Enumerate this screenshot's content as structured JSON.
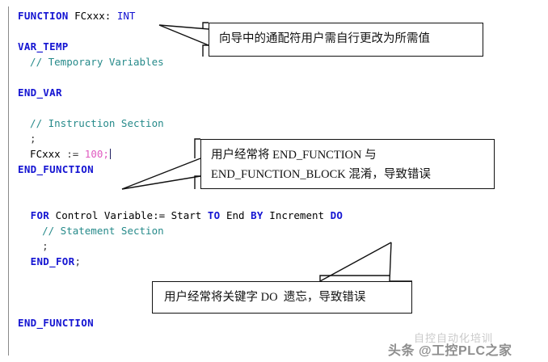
{
  "document": {
    "title": "SCL FUNCTION / FOR loop template with annotations",
    "language": "SCL (Structured Control Language)"
  },
  "colors": {
    "keyword": "#1414d2",
    "comment": "#268a8a",
    "literal": "#e05ac0",
    "text": "#000000",
    "callout_border": "#111111",
    "page_background": "#ffffff",
    "rule": "#8a8a8a",
    "watermark": "#8e8e8e"
  },
  "code": {
    "lines": [
      {
        "id": "line-function-header",
        "tokens": [
          {
            "t": "kw",
            "s": "FUNCTION"
          },
          {
            "t": "plain",
            "s": " FCxxx: "
          },
          {
            "t": "typ",
            "s": "INT"
          }
        ]
      },
      {
        "id": "line-blank-1",
        "tokens": [
          {
            "t": "plain",
            "s": ""
          }
        ]
      },
      {
        "id": "line-var-temp",
        "tokens": [
          {
            "t": "kw",
            "s": "VAR_TEMP"
          }
        ]
      },
      {
        "id": "line-comment-temp",
        "tokens": [
          {
            "t": "cmt",
            "s": "  // Temporary Variables"
          }
        ]
      },
      {
        "id": "line-blank-2",
        "tokens": [
          {
            "t": "plain",
            "s": ""
          }
        ]
      },
      {
        "id": "line-end-var",
        "tokens": [
          {
            "t": "kw",
            "s": "END_VAR"
          }
        ]
      },
      {
        "id": "line-blank-3",
        "tokens": [
          {
            "t": "plain",
            "s": ""
          }
        ]
      },
      {
        "id": "line-comment-instruction",
        "tokens": [
          {
            "t": "cmt",
            "s": "  // Instruction Section"
          }
        ]
      },
      {
        "id": "line-semicolon-1",
        "tokens": [
          {
            "t": "op",
            "s": "  ;"
          }
        ]
      },
      {
        "id": "line-assign",
        "tokens": [
          {
            "t": "plain",
            "s": "  FCxxx "
          },
          {
            "t": "op",
            "s": ":= "
          },
          {
            "t": "num",
            "s": "100;"
          },
          {
            "t": "caret",
            "s": ""
          }
        ]
      },
      {
        "id": "line-end-function-1",
        "tokens": [
          {
            "t": "kw",
            "s": "END_FUNCTION"
          }
        ]
      },
      {
        "id": "line-blank-4",
        "tokens": [
          {
            "t": "plain",
            "s": ""
          }
        ]
      },
      {
        "id": "line-blank-5",
        "tokens": [
          {
            "t": "plain",
            "s": ""
          }
        ]
      },
      {
        "id": "line-for",
        "tokens": [
          {
            "t": "kw",
            "s": "  FOR"
          },
          {
            "t": "plain",
            "s": " Control Variable:= Start "
          },
          {
            "t": "kw",
            "s": "TO"
          },
          {
            "t": "plain",
            "s": " End "
          },
          {
            "t": "kw",
            "s": "BY"
          },
          {
            "t": "plain",
            "s": " Increment "
          },
          {
            "t": "kw",
            "s": "DO"
          }
        ]
      },
      {
        "id": "line-comment-statement",
        "tokens": [
          {
            "t": "cmt",
            "s": "    // Statement Section"
          }
        ]
      },
      {
        "id": "line-semicolon-2",
        "tokens": [
          {
            "t": "op",
            "s": "    ;"
          }
        ]
      },
      {
        "id": "line-end-for",
        "tokens": [
          {
            "t": "kw",
            "s": "  END_FOR"
          },
          {
            "t": "op",
            "s": ";"
          }
        ]
      },
      {
        "id": "line-blank-6",
        "tokens": [
          {
            "t": "plain",
            "s": ""
          }
        ]
      },
      {
        "id": "line-blank-7",
        "tokens": [
          {
            "t": "plain",
            "s": ""
          }
        ]
      },
      {
        "id": "line-blank-8",
        "tokens": [
          {
            "t": "plain",
            "s": ""
          }
        ]
      },
      {
        "id": "line-end-function-2",
        "tokens": [
          {
            "t": "kw",
            "s": "END_FUNCTION"
          }
        ]
      }
    ]
  },
  "callouts": [
    {
      "id": "callout-wildcard",
      "target": "INT",
      "lines": [
        "向导中的通配符用户需自行更改为所需值"
      ]
    },
    {
      "id": "callout-endfunction",
      "target": "END_FUNCTION",
      "lines": [
        "用户经常将 END_FUNCTION 与",
        "END_FUNCTION_BLOCK 混淆，导致错误"
      ]
    },
    {
      "id": "callout-do",
      "target": "DO",
      "lines": [
        "用户经常将关键字 DO  遗忘，导致错误"
      ]
    }
  ],
  "watermark": {
    "top_text": "自控自动化培训",
    "main_text": "头条 @工控PLC之家"
  }
}
